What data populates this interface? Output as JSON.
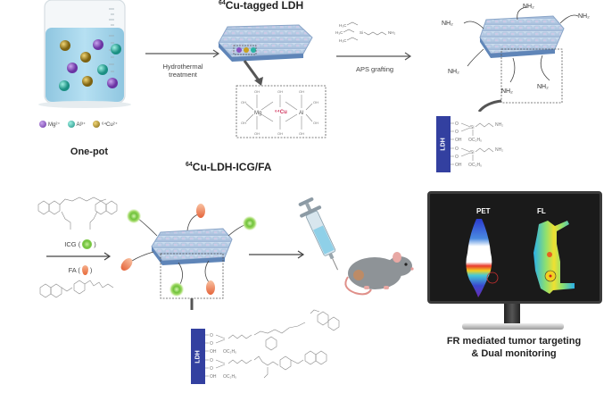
{
  "titles": {
    "cu_tagged_ldh": {
      "sup": "64",
      "text": "Cu-tagged LDH"
    },
    "cu_ldh_icg_fa": {
      "sup": "64",
      "text": "Cu-LDH-ICG/FA"
    }
  },
  "beaker": {
    "caption": "One-pot",
    "legend": [
      {
        "label": "Mg²⁺",
        "color": "#8a4fc0",
        "icon": "mg-ion-sphere"
      },
      {
        "label": "Al³⁺",
        "color": "#2ab3a3",
        "icon": "al-ion-sphere"
      },
      {
        "label": "⁶⁴Cu²⁺",
        "color": "#c9a020",
        "icon": "cu-radioactive-sphere"
      }
    ],
    "liquid_color": "#a9d8ec"
  },
  "steps": {
    "hydrothermal": {
      "line1": "Hydrothermal",
      "line2": "treatment"
    },
    "aps": {
      "label": "APS grafting"
    },
    "conjugation": {
      "icg_label": "ICG (",
      "fa_label": "FA (",
      "close": ")"
    }
  },
  "structure_box": {
    "metals": [
      "Mg",
      "⁶⁴Cu",
      "Al"
    ],
    "ligand": "OH",
    "bridge": "O"
  },
  "aps_reagent": {
    "groups": [
      "H₃C",
      "H₃C",
      "H₃C"
    ],
    "center": "Si",
    "terminal": "NH₂"
  },
  "amine_groups": [
    "NH₂",
    "NH₂",
    "NH₂",
    "NH₂",
    "NH₂",
    "NH₂"
  ],
  "surface_detail": {
    "bar_label": "LDH",
    "rows": [
      "O",
      "O",
      "OH",
      "O",
      "O",
      "OH"
    ],
    "substituent": "OC₂H₅",
    "terminal": "NH₂"
  },
  "imaging": {
    "pet_label": "PET",
    "fl_label": "FL",
    "caption_line1": "FR mediated tumor targeting",
    "caption_line2": "& Dual monitoring"
  },
  "colors": {
    "icg_green": "#7cc83a",
    "fa_orange": "#f08a5a",
    "ldh_blue": "#3340a0",
    "cu_red": "#d0305a"
  }
}
